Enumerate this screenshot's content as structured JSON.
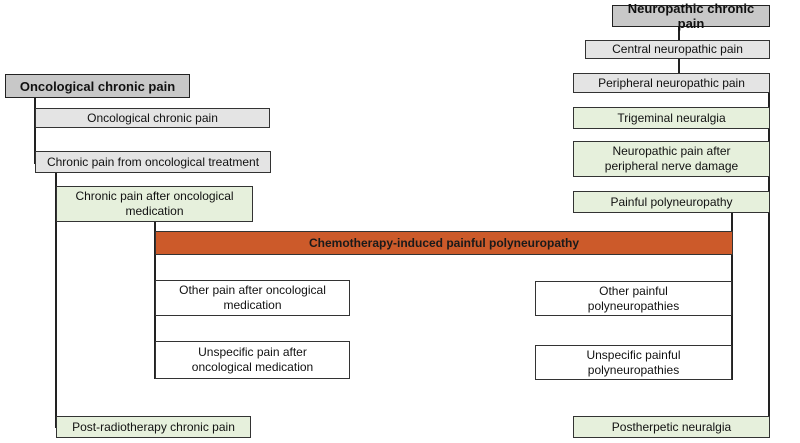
{
  "colors": {
    "header": "#c8c8c8",
    "subcategory": "#e4e4e4",
    "leaf": "#e6f0dc",
    "neutral": "#ffffff",
    "highlight": "#cc5a2a",
    "connector": "#222222"
  },
  "left": {
    "title": "Oncological chronic pain",
    "sub1": "Oncological chronic pain",
    "sub2": "Chronic pain from oncological treatment",
    "medication": "Chronic pain after oncological medication",
    "other": "Other pain after oncological medication",
    "unspecific": "Unspecific pain after oncological medication",
    "radiotherapy": "Post-radiotherapy chronic pain"
  },
  "center": {
    "cipn": "Chemotherapy-induced painful polyneuropathy"
  },
  "right": {
    "title": "Neuropathic chronic pain",
    "central": "Central neuropathic pain",
    "peripheral": "Peripheral neuropathic pain",
    "trigeminal": "Trigeminal neuralgia",
    "nerve_damage": "Neuropathic pain after peripheral nerve damage",
    "polyneuropathy": "Painful polyneuropathy",
    "other": "Other painful polyneuropathies",
    "unspecific": "Unspecific painful polyneuropathies",
    "postherpetic": "Postherpetic neuralgia"
  }
}
